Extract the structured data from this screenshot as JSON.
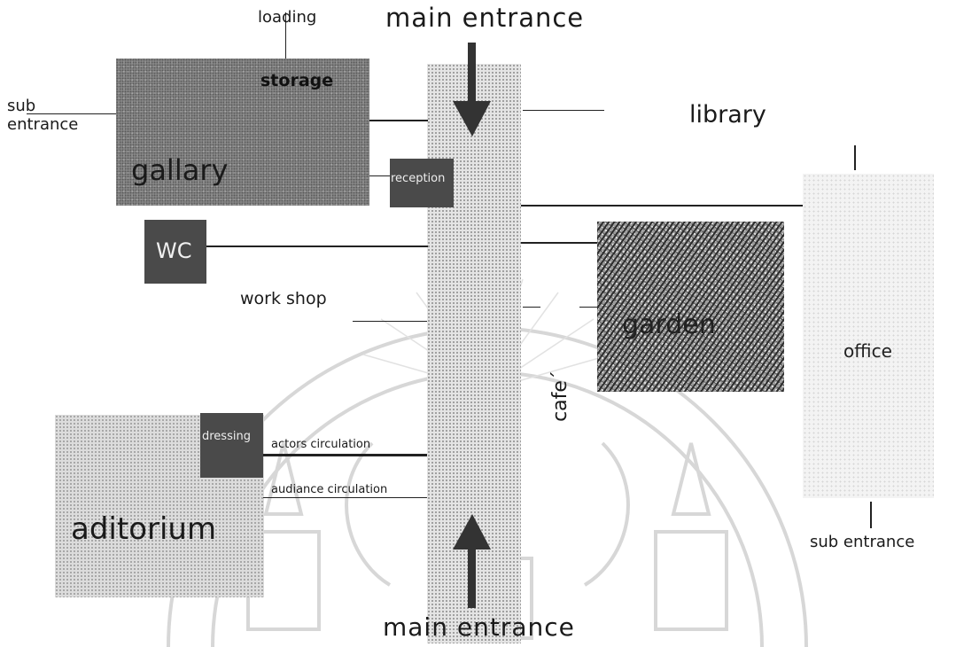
{
  "labels": {
    "main_entrance_top": "main entrance",
    "main_entrance_bottom": "main entrance",
    "loading": "loading",
    "storage": "storage",
    "sub_entrance_left": "sub\nentrance",
    "sub_entrance_right": "sub entrance",
    "gallary": "gallary",
    "reception": "reception",
    "library": "library",
    "wc": "WC",
    "work_shop": "work shop",
    "garden": "garden",
    "cafe": "cafe´",
    "office": "office",
    "dressing": "dressing",
    "actors_circulation": "actors circulation",
    "audiance_circulation": "audiance circulation",
    "aditorium": "aditorium"
  },
  "colors": {
    "ink": "#1a1a1a",
    "dark_box": "#4a4a4a",
    "gallery_gray": "#8c8c8c",
    "spine_gray": "#e4e4e4"
  },
  "icons": {
    "arrow_down": "arrow-down-icon",
    "arrow_up": "arrow-up-icon",
    "watermark": "seal-watermark"
  }
}
